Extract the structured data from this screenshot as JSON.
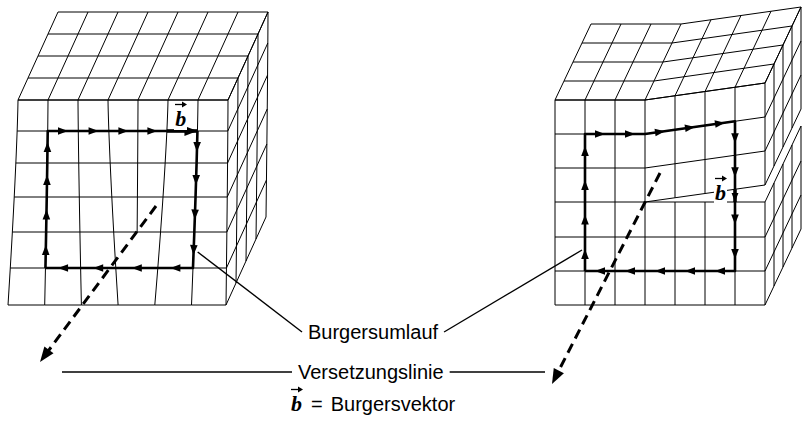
{
  "diagram": {
    "labels": [
      "b",
      "b",
      "Burgersumlauf",
      "Versetzungslinie",
      "b",
      "=",
      "Burgersvektor"
    ]
  }
}
